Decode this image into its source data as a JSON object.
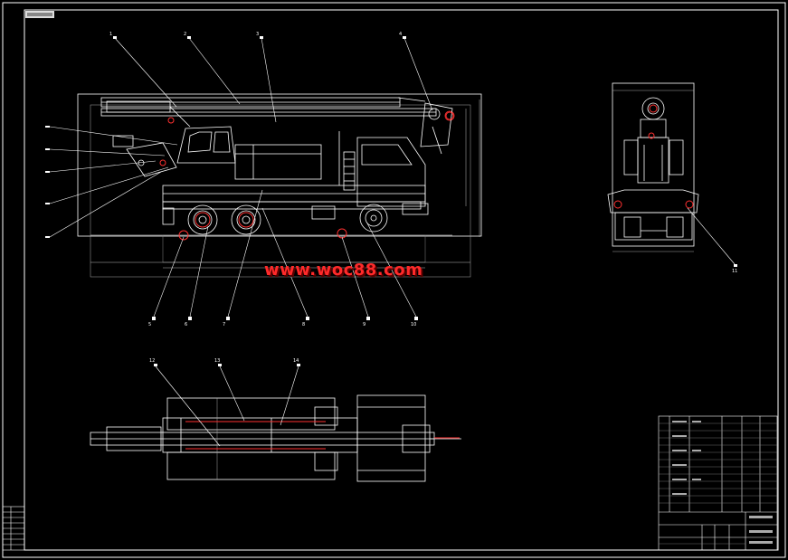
{
  "drawing": {
    "background": "#000000",
    "line_color": "#ffffff",
    "highlight_color": "#ff3030",
    "dim_color": "#bfbfbf"
  },
  "watermark": {
    "text": "www.woc88.com",
    "color": "#ff2a2a"
  },
  "callouts": {
    "top_side_view": [
      "1",
      "2",
      "3",
      "4"
    ],
    "bottom_side_view": [
      "5",
      "6",
      "7",
      "8",
      "9",
      "10"
    ],
    "rear_view": [
      "11"
    ],
    "plan_view": [
      "12",
      "13",
      "14"
    ]
  }
}
